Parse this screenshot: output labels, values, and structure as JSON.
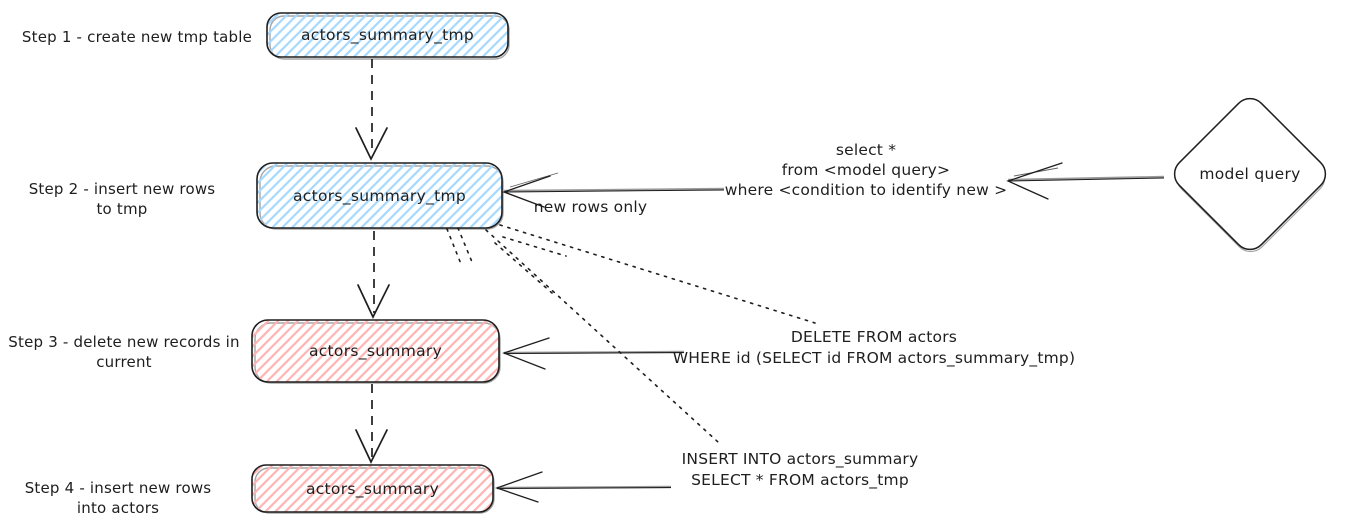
{
  "diagram": {
    "steps": [
      {
        "label_lines": [
          "Step 1 - create new tmp table",
          ""
        ],
        "box_label": "actors_summary_tmp",
        "box_color": "blue"
      },
      {
        "label_lines": [
          "Step 2 - insert new rows",
          "to tmp"
        ],
        "box_label": "actors_summary_tmp",
        "box_color": "blue"
      },
      {
        "label_lines": [
          "Step 3 - delete new records in",
          "current"
        ],
        "box_label": "actors_summary",
        "box_color": "red"
      },
      {
        "label_lines": [
          "Step 4 - insert new rows",
          "into actors"
        ],
        "box_label": "actors_summary",
        "box_color": "red"
      }
    ],
    "annotations": {
      "model_query_label": "model query",
      "select_query_lines": [
        "select *",
        "from <model query>",
        "where <condition to identify new >"
      ],
      "new_rows_only_label": "new rows only",
      "delete_query_lines": [
        "DELETE FROM actors",
        "WHERE id (SELECT id FROM actors_summary_tmp)"
      ],
      "insert_query_lines": [
        "INSERT INTO actors_summary",
        "SELECT * FROM actors_tmp"
      ]
    },
    "colors": {
      "blue_hatch": "#a5d8ff",
      "red_hatch": "#ffb3b3",
      "stroke": "#1e1e1e",
      "background": "#ffffff"
    }
  }
}
